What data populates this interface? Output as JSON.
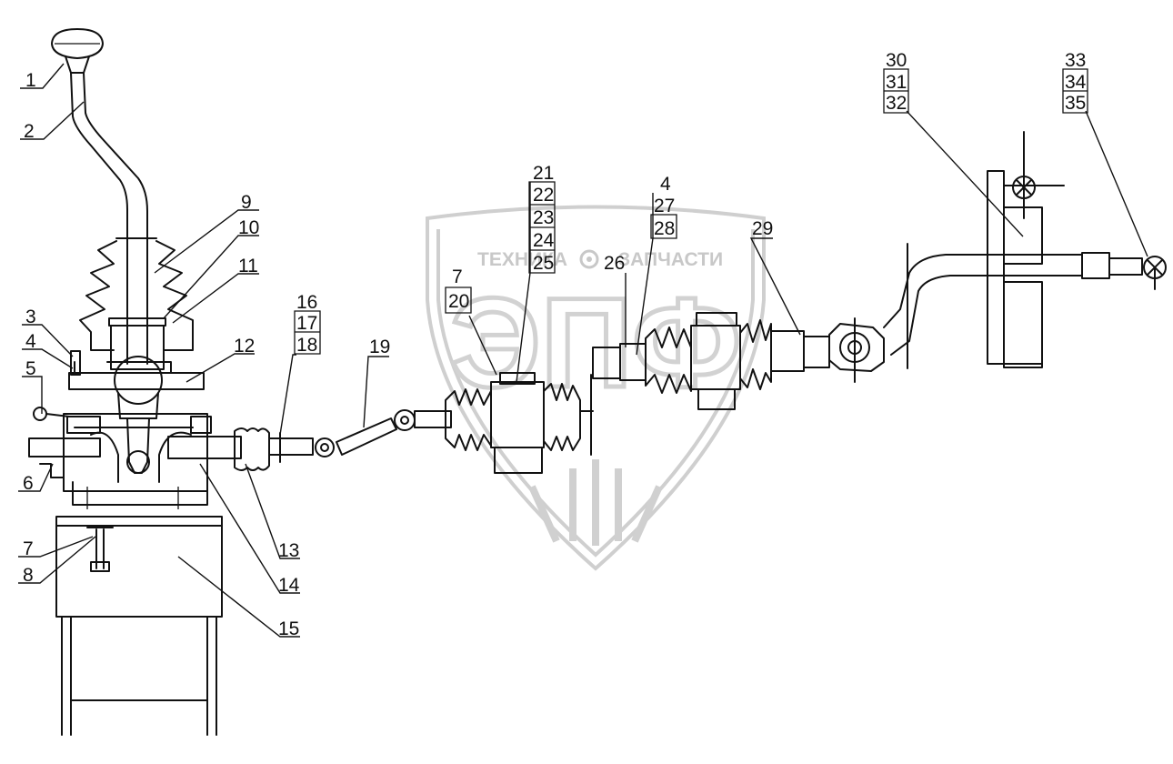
{
  "watermark": {
    "logo_letters": "ЭПФ",
    "brand_left": "ТЕХНИКА",
    "brand_right": "ЗАПЧАСТИ",
    "gear_symbol": "gear-icon"
  },
  "callouts": {
    "c1": "1",
    "c2": "2",
    "c3": "3",
    "c4a": "4",
    "c5": "5",
    "c6": "6",
    "c7a": "7",
    "c8": "8",
    "c9": "9",
    "c10": "10",
    "c11": "11",
    "c12": "12",
    "c13": "13",
    "c14": "14",
    "c15": "15",
    "c16": "16",
    "c17": "17",
    "c18": "18",
    "c19": "19",
    "c7b": "7",
    "c20": "20",
    "c21": "21",
    "c22": "22",
    "c23": "23",
    "c24": "24",
    "c25": "25",
    "c26": "26",
    "c4b": "4",
    "c27": "27",
    "c28": "28",
    "c29": "29",
    "c30": "30",
    "c31": "31",
    "c32": "32",
    "c33": "33",
    "c34": "34",
    "c35": "35"
  }
}
